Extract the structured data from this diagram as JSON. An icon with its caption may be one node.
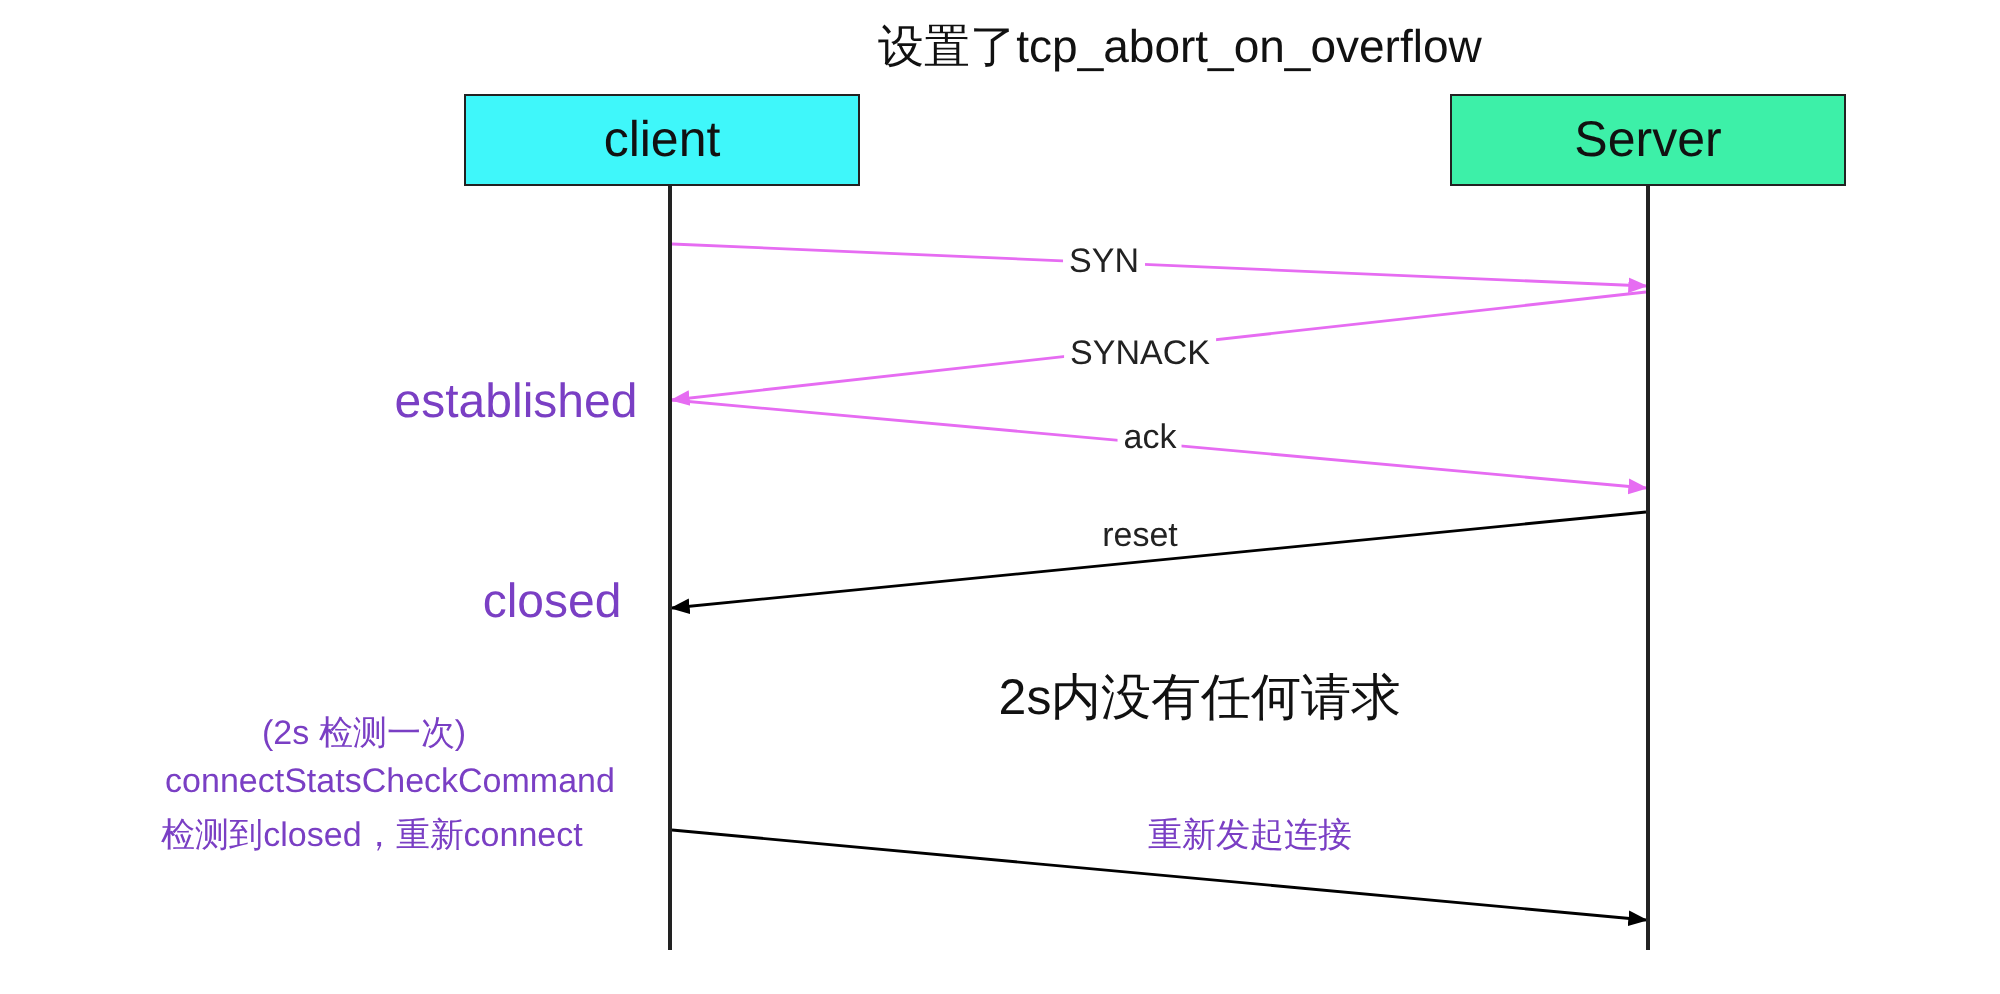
{
  "diagram": {
    "title": "设置了tcp_abort_on_overflow",
    "nodes": [
      {
        "text": [
          "client"
        ]
      },
      {
        "text": [
          "Server"
        ]
      },
      {
        "text": [],
        "shape": "bar"
      },
      {
        "text": [],
        "shape": "bar"
      }
    ],
    "edges": [
      {
        "from": 2,
        "to": 3,
        "arrow": "to",
        "label": "SYN"
      },
      {
        "from": 3,
        "to": 2,
        "arrow": "to",
        "label": "SYNACK"
      },
      {
        "from": 2,
        "to": 3,
        "arrow": "to",
        "label": "ack"
      },
      {
        "from": 3,
        "to": 2,
        "arrow": "to",
        "label": "reset",
        "color": "#000000"
      },
      {
        "from": 2,
        "to": 3,
        "arrow": "to",
        "label": "重新发起连接",
        "color": "#000000"
      }
    ],
    "labels": [
      "established",
      "closed",
      "2s内没有任何请求",
      "(2s 检测一次)",
      "connectStatsCheckCommand",
      "检测到closed，重新connect"
    ]
  }
}
